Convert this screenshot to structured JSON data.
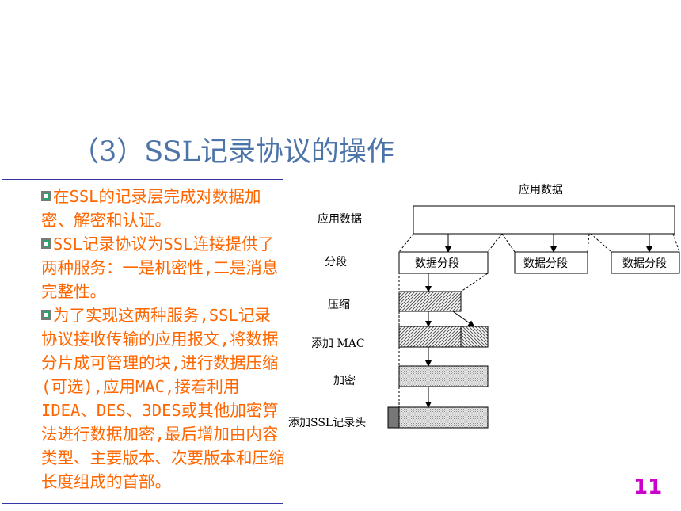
{
  "title": "（3）SSL记录协议的操作",
  "bullets": [
    "在SSL的记录层完成对数据加密、解密和认证。",
    "SSL记录协议为SSL连接提供了两种服务：一是机密性,二是消息完整性。",
    "为了实现这两种服务,SSL记录协议接收传输的应用报文,将数据分片成可管理的块,进行数据压缩(可选),应用MAC,接着利用IDEA、DES、3DES或其他加密算法进行数据加密,最后增加由内容类型、主要版本、次要版本和压缩长度组成的首部。"
  ],
  "diagram": {
    "top_label": "应用数据",
    "step_labels": {
      "app_data": "应用数据",
      "fragment": "分段",
      "compress": "压缩",
      "add_mac": "添加 MAC",
      "encrypt": "加密",
      "add_header": "添加SSL记录头"
    },
    "fragments": [
      "数据分段",
      "数据分段",
      "数据分段"
    ]
  },
  "page_number": "11"
}
